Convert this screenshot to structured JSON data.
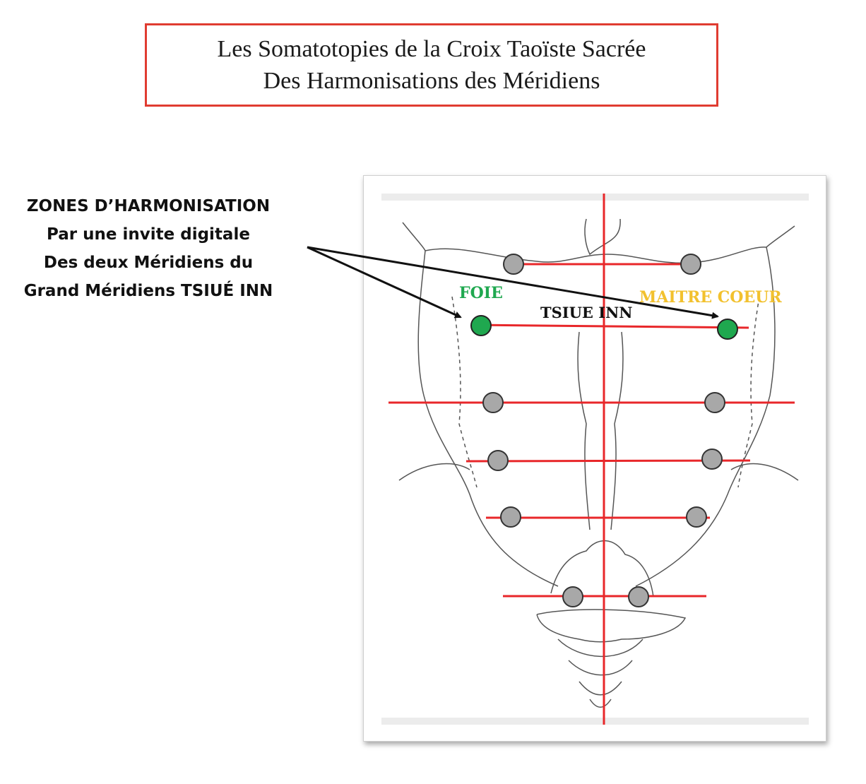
{
  "title": {
    "line1": "Les Somatotopies de la Croix Taoïste Sacrée",
    "line2": "Des Harmonisations des Méridiens"
  },
  "callout": {
    "line1": "ZONES D’HARMONISATION",
    "line2": "Par une invite digitale",
    "line3": "Des deux Méridiens du",
    "line4": "Grand Méridiens TSIUÉ INN"
  },
  "diagram": {
    "label_left": "FOIE",
    "label_center": "TSIUE INN",
    "label_right": "MAITRE COEUR",
    "colors": {
      "title_border": "#e03c31",
      "grid_line": "#e8272a",
      "active_point": "#1fa84f",
      "inactive_point": "#a8a8a8",
      "label_left": "#1fa84f",
      "label_right": "#f2c12e",
      "arrow": "#111111",
      "outline": "#555555"
    },
    "highlighted_points": [
      "FOIE",
      "MAITRE COEUR"
    ]
  }
}
